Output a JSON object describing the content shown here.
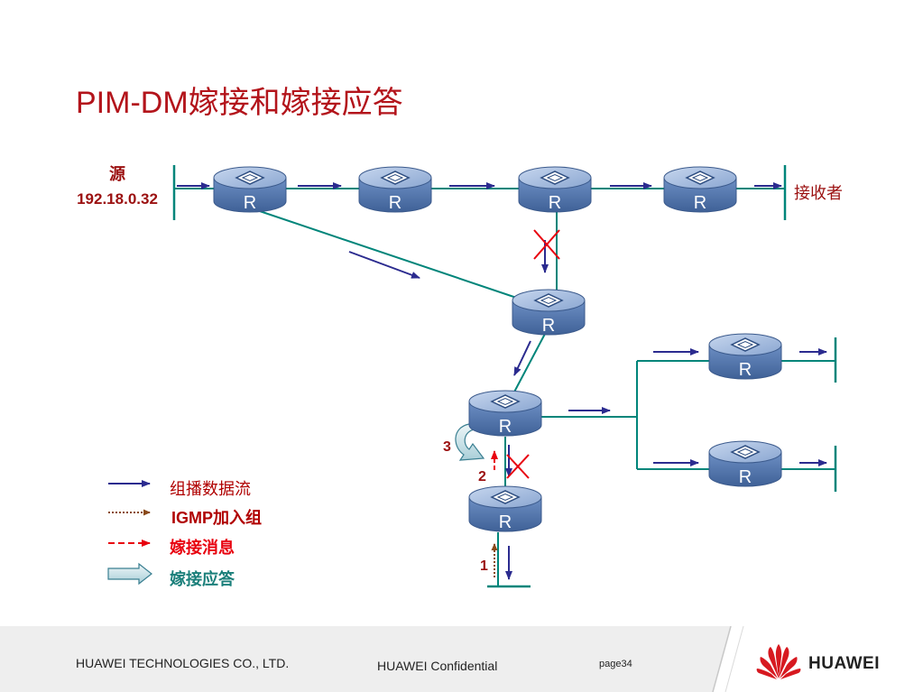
{
  "slide": {
    "title": "PIM-DM嫁接和嫁接应答"
  },
  "diagram": {
    "source_label": "源",
    "source_ip": "192.18.0.32",
    "receiver_label": "接收者",
    "router_label": "R",
    "step_numbers": [
      "1",
      "2",
      "3"
    ],
    "colors": {
      "router_body": "#5b7fb5",
      "router_top": "#a6bddf",
      "link": "#00857a",
      "data_arrow": "#2b2b8f",
      "graft": "#e8000e",
      "igmp": "#8a4a1a",
      "prune_cross": "#e8000e",
      "source_text": "#9b1010"
    }
  },
  "legend": {
    "items": [
      {
        "label": "组播数据流",
        "color": "#b00000"
      },
      {
        "label": "IGMP加入组",
        "color": "#b00000"
      },
      {
        "label": "嫁接消息",
        "color": "#e8000e"
      },
      {
        "label": "嫁接应答",
        "color": "#1a7f7a"
      }
    ]
  },
  "footer": {
    "company": "HUAWEI TECHNOLOGIES CO., LTD.",
    "confidential": "HUAWEI Confidential",
    "page": "page34",
    "brand": "HUAWEI"
  }
}
